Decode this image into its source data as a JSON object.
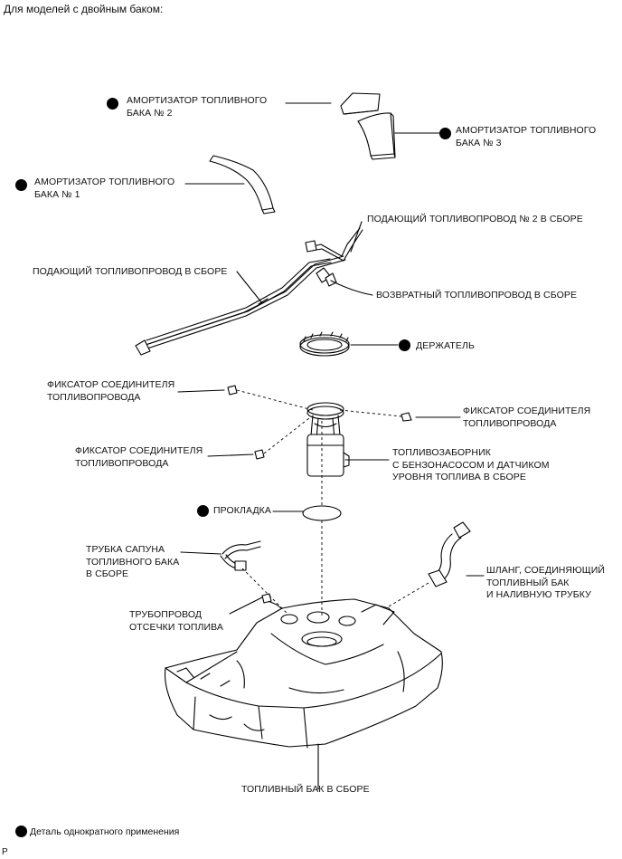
{
  "header": "Для моделей с двойным баком:",
  "labels": {
    "insulator2": "АМОРТИЗАТОР ТОПЛИВНОГО\nБАКА № 2",
    "insulator3": "АМОРТИЗАТОР ТОПЛИВНОГО\nБАКА № 3",
    "insulator1": "АМОРТИЗАТОР ТОПЛИВНОГО\nБАКА № 1",
    "main2": "ПОДАЮЩИЙ ТОПЛИВОПРОВОД № 2 В СБОРЕ",
    "main": "ПОДАЮЩИЙ ТОПЛИВОПРОВОД В СБОРЕ",
    "return": "ВОЗВРАТНЫЙ ТОПЛИВОПРОВОД В СБОРЕ",
    "retainer": "ДЕРЖАТЕЛЬ",
    "clip_left": "ФИКСАТОР СОЕДИНИТЕЛЯ\nТОПЛИВОПРОВОДА",
    "clip_right": "ФИКСАТОР СОЕДИНИТЕЛЯ\nТОПЛИВОПРОВОДА",
    "clip_lower": "ФИКСАТОР СОЕДИНИТЕЛЯ\nТОПЛИВОПРОВОДА",
    "suction": "ТОПЛИВОЗАБОРНИК\nС БЕНЗОНАСОСОМ И ДАТЧИКОМ\nУРОВНЯ ТОПЛИВА В СБОРЕ",
    "gasket": "ПРОКЛАДКА",
    "breather": "ТРУБКА САПУНА\nТОПЛИВНОГО БАКА\nВ СБОРЕ",
    "hose": "ШЛАНГ, СОЕДИНЯЮЩИЙ\nТОПЛИВНЫЙ БАК\nИ НАЛИВНУЮ ТРУБКУ",
    "cutoff": "ТРУБОПРОВОД\nОТСЕЧКИ ТОПЛИВА",
    "tank": "ТОПЛИВНЫЙ БАК В СБОРЕ"
  },
  "footer": "Деталь однократного применения",
  "corner_mark": "P"
}
